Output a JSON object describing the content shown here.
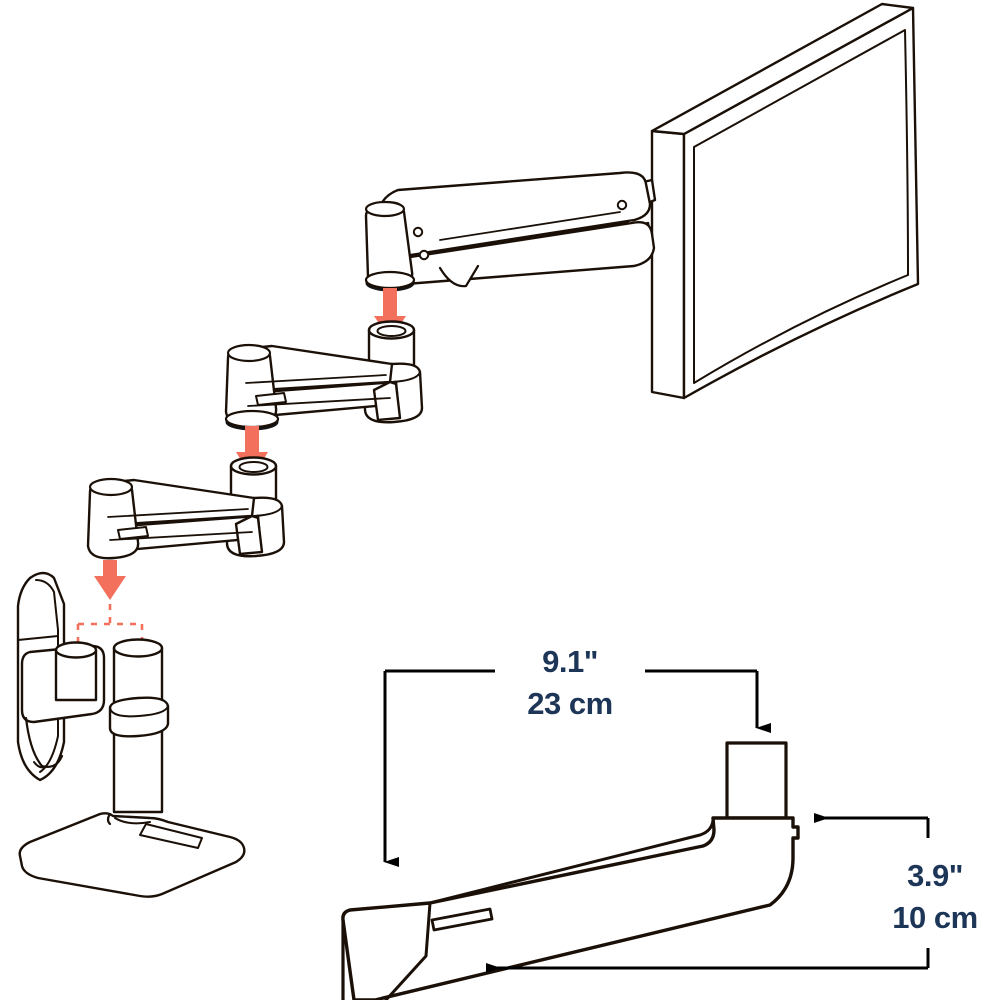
{
  "illustration": {
    "title": "Monitor Arm Exploded Assembly and Dimensions",
    "background_color": "#ffffff",
    "line_color": "#1a1008",
    "arrow_color": "#f2705c",
    "dimension_text_color": "#1d3557",
    "dimension_line_color": "#000000"
  },
  "dimensions": {
    "horizontal": {
      "name": "arm-reach",
      "imperial": "9.1\"",
      "metric": "23 cm"
    },
    "vertical": {
      "name": "arm-height",
      "imperial": "3.9\"",
      "metric": "10 cm"
    }
  },
  "components": [
    {
      "id": "monitor-panel",
      "label": "Monitor display panel"
    },
    {
      "id": "upper-arm",
      "label": "Upper extension arm with monitor mount"
    },
    {
      "id": "middle-arm-segment",
      "label": "Middle arm extension segment"
    },
    {
      "id": "lower-arm-segment",
      "label": "Lower arm extension segment"
    },
    {
      "id": "desk-clamp",
      "label": "Desk clamp mount"
    },
    {
      "id": "grommet-pole",
      "label": "Grommet mount pole"
    },
    {
      "id": "desk-base",
      "label": "Weighted desk base with pole"
    },
    {
      "id": "arm-profile",
      "label": "Arm side profile for dimensions"
    }
  ],
  "assembly_arrows": [
    {
      "id": "arrow-upper-to-middle",
      "direction": "down"
    },
    {
      "id": "arrow-middle-to-lower",
      "direction": "down"
    },
    {
      "id": "arrow-lower-to-base",
      "direction": "down"
    }
  ],
  "icons": {
    "down_arrow": "assembly-down-arrow",
    "dashed_guide": "dashed-guide-line"
  }
}
